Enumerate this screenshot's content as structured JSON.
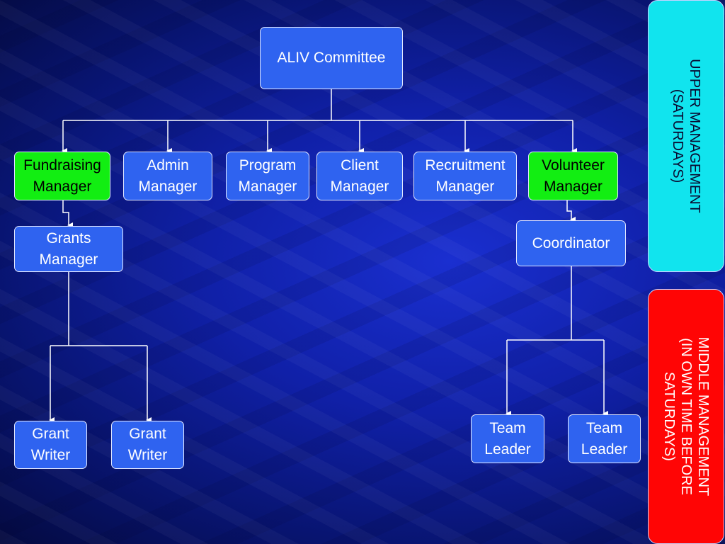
{
  "nodes": {
    "committee": "ALIV Committee",
    "fundraising": "Fundraising\nManager",
    "admin": "Admin\nManager",
    "program": "Program\nManager",
    "client": "Client\nManager",
    "recruitment": "Recruitment\nManager",
    "volunteer": "Volunteer\nManager",
    "grants": "Grants\nManager",
    "coordinator": "Coordinator",
    "grant_writer_1": "Grant\nWriter",
    "grant_writer_2": "Grant\nWriter",
    "team_leader_1": "Team\nLeader",
    "team_leader_2": "Team\nLeader"
  },
  "sidebar": {
    "upper": "UPPER MANAGEMENT\n(SATURDAYS)",
    "middle": "MIDDLE MANAGEMENT\n(IN OWN TIME BEFORE\nSATURDAYS)"
  },
  "colors": {
    "node_blue": "#2f63f0",
    "highlight_green": "#12ee12",
    "upper_cyan": "#11e4ee",
    "middle_red": "#ff0505"
  }
}
